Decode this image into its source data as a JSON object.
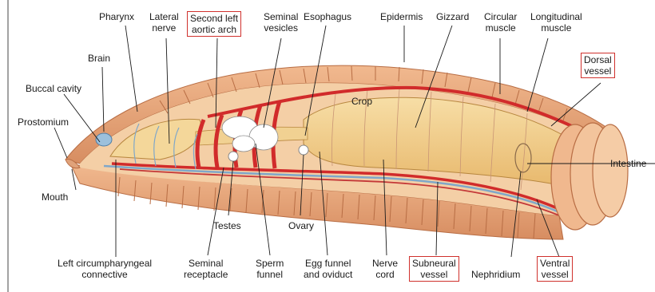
{
  "colors": {
    "highlight_box": "#d0312d",
    "body_wall": "#e8a77a",
    "segment_edge": "#c77b52",
    "gut": "#f3d08e",
    "vessel": "#d12b2b",
    "nerve": "#7fa7c9"
  },
  "labels": {
    "pharynx": "Pharynx",
    "lateral_nerve": "Lateral\nnerve",
    "second_left_aortic_arch": "Second left\naortic arch",
    "seminal_vesicles": "Seminal\nvesicles",
    "esophagus": "Esophagus",
    "epidermis": "Epidermis",
    "gizzard": "Gizzard",
    "circular_muscle": "Circular\nmuscle",
    "longitudinal_muscle": "Longitudinal\nmuscle",
    "dorsal_vessel": "Dorsal\nvessel",
    "brain": "Brain",
    "buccal_cavity": "Buccal cavity",
    "prostomium": "Prostomium",
    "crop": "Crop",
    "intestine": "Intestine",
    "mouth": "Mouth",
    "testes": "Testes",
    "ovary": "Ovary",
    "left_circumpharyngeal_connective": "Left circumpharyngeal\nconnective",
    "seminal_receptacle": "Seminal\nreceptacle",
    "sperm_funnel": "Sperm\nfunnel",
    "egg_funnel_and_oviduct": "Egg funnel\nand oviduct",
    "nerve_cord": "Nerve\ncord",
    "subneural_vessel": "Subneural\nvessel",
    "nephridium": "Nephridium",
    "ventral_vessel": "Ventral\nvessel"
  }
}
